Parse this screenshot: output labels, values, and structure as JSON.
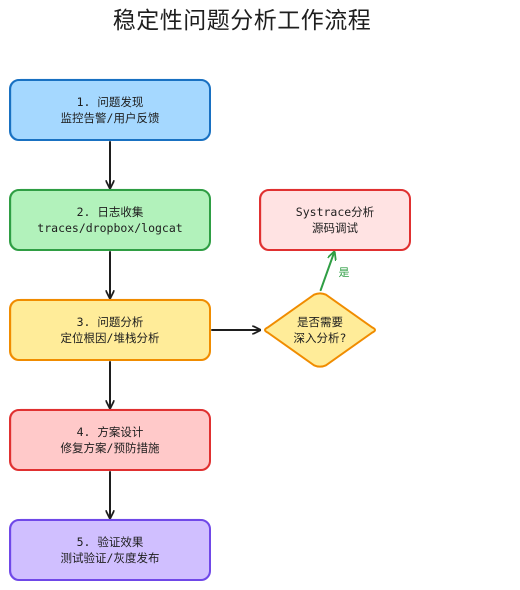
{
  "title": "稳定性问题分析工作流程",
  "colors": {
    "blue_fill": "#a5d8ff",
    "blue_stroke": "#1971c2",
    "green_fill": "#b2f2bb",
    "green_stroke": "#2f9e44",
    "yellow_fill": "#ffec99",
    "yellow_stroke": "#f08c00",
    "red_fill": "#ffc9c9",
    "red_stroke": "#e03131",
    "purple_fill": "#d0bfff",
    "purple_stroke": "#7048e8",
    "pink_fill": "#ffe3e3",
    "edge_yes": "#2f9e44",
    "edge_default": "#1e1e1e"
  },
  "nodes": [
    {
      "id": "n1",
      "shape": "rect",
      "lines": [
        "1. 问题发现",
        "监控告警/用户反馈"
      ],
      "fill": "blue_fill",
      "stroke": "blue_stroke"
    },
    {
      "id": "n2",
      "shape": "rect",
      "lines": [
        "2. 日志收集",
        "traces/dropbox/logcat"
      ],
      "fill": "green_fill",
      "stroke": "green_stroke"
    },
    {
      "id": "n3",
      "shape": "rect",
      "lines": [
        "3. 问题分析",
        "定位根因/堆栈分析"
      ],
      "fill": "yellow_fill",
      "stroke": "yellow_stroke"
    },
    {
      "id": "n4",
      "shape": "rect",
      "lines": [
        "4. 方案设计",
        "修复方案/预防措施"
      ],
      "fill": "red_fill",
      "stroke": "red_stroke"
    },
    {
      "id": "n5",
      "shape": "rect",
      "lines": [
        "5. 验证效果",
        "测试验证/灰度发布"
      ],
      "fill": "purple_fill",
      "stroke": "purple_stroke"
    },
    {
      "id": "d1",
      "shape": "diamond",
      "lines": [
        "是否需要",
        "深入分析?"
      ],
      "fill": "yellow_fill",
      "stroke": "yellow_stroke"
    },
    {
      "id": "n6",
      "shape": "rect",
      "lines": [
        "Systrace分析",
        "源码调试"
      ],
      "fill": "pink_fill",
      "stroke": "red_stroke"
    }
  ],
  "edges": [
    {
      "from": "n1",
      "to": "n2",
      "label": "",
      "color": "edge_default"
    },
    {
      "from": "n2",
      "to": "n3",
      "label": "",
      "color": "edge_default"
    },
    {
      "from": "n3",
      "to": "n4",
      "label": "",
      "color": "edge_default"
    },
    {
      "from": "n4",
      "to": "n5",
      "label": "",
      "color": "edge_default"
    },
    {
      "from": "n3",
      "to": "d1",
      "label": "",
      "color": "edge_default"
    },
    {
      "from": "d1",
      "to": "n6",
      "label": "是",
      "color": "edge_yes"
    }
  ]
}
